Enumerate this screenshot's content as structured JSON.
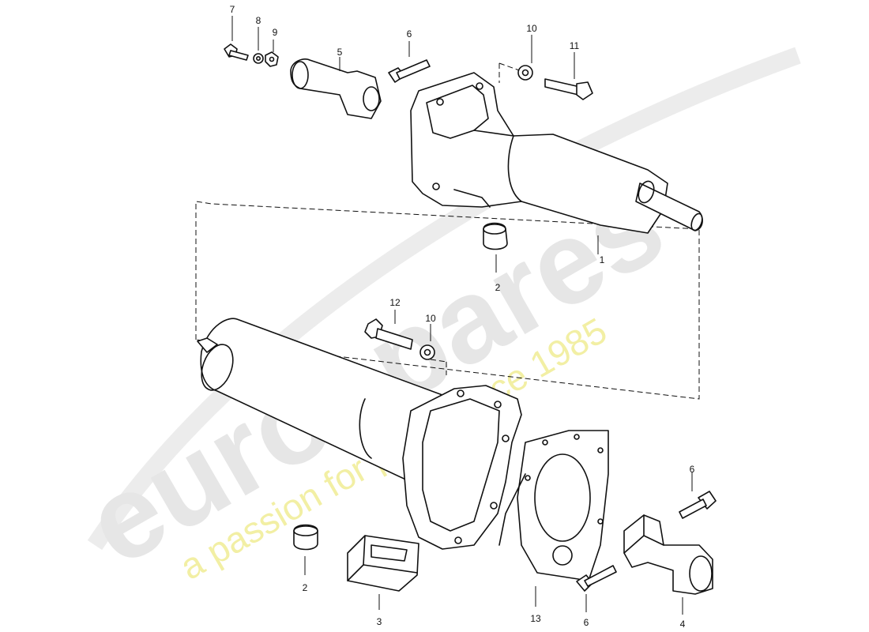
{
  "watermark": {
    "brand": "eurospares",
    "tagline": "a passion for parts since 1985",
    "brand_color": "#e6e6e6",
    "tagline_color": "#f2efa4"
  },
  "parts": [
    {
      "no": "1"
    },
    {
      "no": "2"
    },
    {
      "no": "2"
    },
    {
      "no": "3"
    },
    {
      "no": "4"
    },
    {
      "no": "5"
    },
    {
      "no": "6"
    },
    {
      "no": "6"
    },
    {
      "no": "6"
    },
    {
      "no": "7"
    },
    {
      "no": "8"
    },
    {
      "no": "9"
    },
    {
      "no": "10"
    },
    {
      "no": "10"
    },
    {
      "no": "11"
    },
    {
      "no": "12"
    },
    {
      "no": "13"
    }
  ]
}
